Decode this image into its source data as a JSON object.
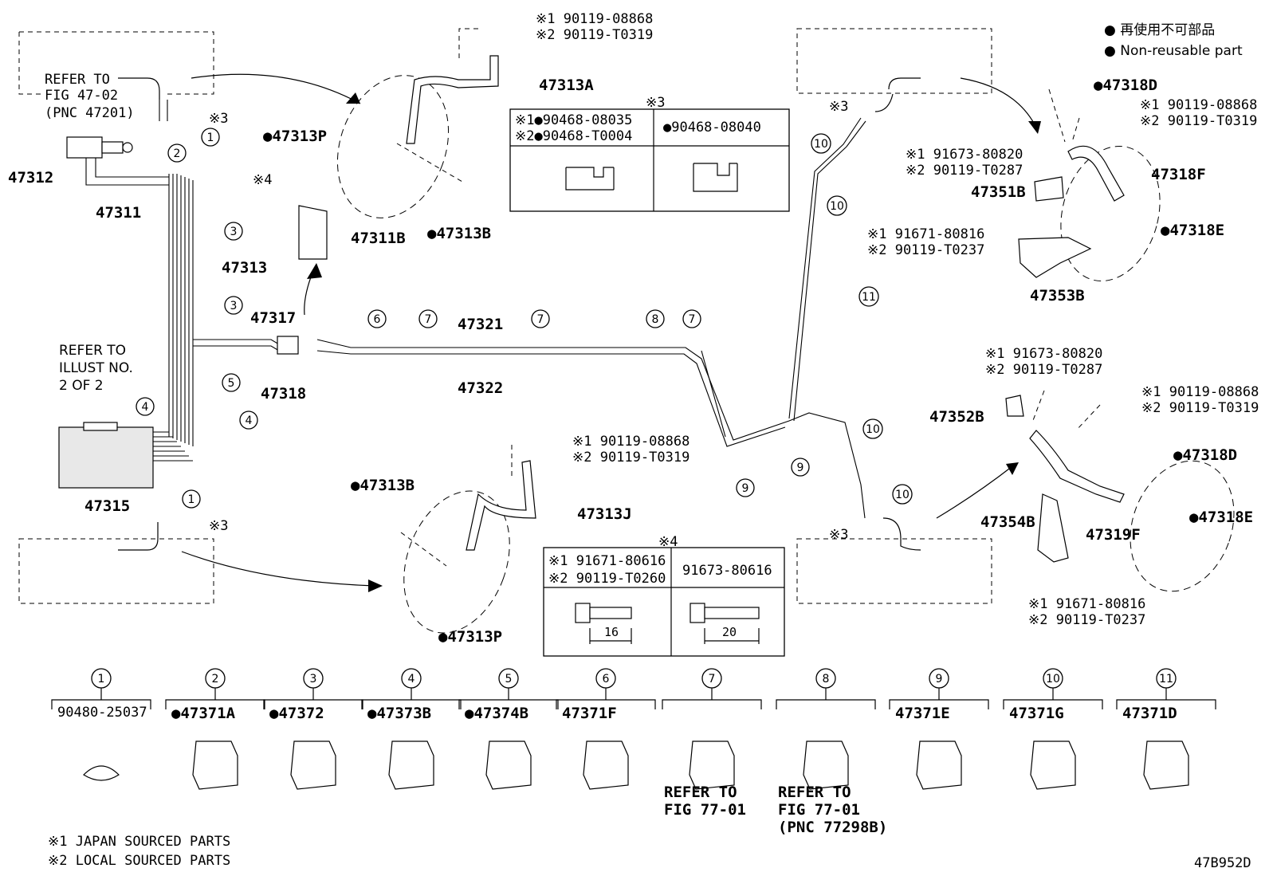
{
  "legend": {
    "reuse_jp": "● 再使用不可部品",
    "reuse_en": "● Non-reusable part"
  },
  "refer_top": {
    "line1": "REFER TO",
    "line2": "FIG 47-02",
    "line3": "(PNC 47201)"
  },
  "refer_illust": {
    "line1": "REFER TO",
    "line2": "ILLUST NO.",
    "line3": "2 OF 2"
  },
  "parts": {
    "p47312": "47312",
    "p47311": "47311",
    "p47313": "47313",
    "p47311B": "47311B",
    "p47317": "47317",
    "p47318": "47318",
    "p47321": "47321",
    "p47322": "47322",
    "p47315": "47315",
    "p47313A": "47313A",
    "p47313P_top": "●47313P",
    "p47313B_top": "●47313B",
    "p47313B_bot": "●47313B",
    "p47313J": "47313J",
    "p47313P_bot": "●47313P",
    "p47318D_top": "●47318D",
    "p47318F": "47318F",
    "p47351B": "47351B",
    "p47318E_top": "●47318E",
    "p47353B": "47353B",
    "p47352B": "47352B",
    "p47318D_bot": "●47318D",
    "p47354B": "47354B",
    "p47319F": "47319F",
    "p47318E_bot": "●47318E"
  },
  "bolts": {
    "b1a": "※1 90119-08868",
    "b1b": "※2 90119-T0319",
    "b2a": "※1 90119-08868",
    "b2b": "※2 90119-T0319",
    "b3a": "※1 90119-08868",
    "b3b": "※2 90119-T0319",
    "b4a": "※1 91673-80820",
    "b4b": "※2 90119-T0287",
    "b5a": "※1 91671-80816",
    "b5b": "※2 90119-T0237",
    "b6a": "※1 91673-80820",
    "b6b": "※2 90119-T0287",
    "b7a": "※1 90119-08868",
    "b7b": "※2 90119-T0319",
    "b8a": "※1 91671-80816",
    "b8b": "※2 90119-T0237"
  },
  "marks": {
    "m3": "※3",
    "m4": "※4"
  },
  "table3": {
    "title": "※3",
    "c1a": "※1●90468-08035",
    "c1b": "※2●90468-T0004",
    "c2": "●90468-08040"
  },
  "table4": {
    "title": "※4",
    "c1a": "※1 91671-80616",
    "c1b": "※2 90119-T0260",
    "c2": "91673-80616",
    "dim1": "16",
    "dim2": "20"
  },
  "circle_nums": [
    "1",
    "2",
    "3",
    "4",
    "5",
    "6",
    "7",
    "8",
    "9",
    "10",
    "11"
  ],
  "clips": [
    {
      "num": "1",
      "part": "90480-25037"
    },
    {
      "num": "2",
      "part": "●47371A"
    },
    {
      "num": "3",
      "part": "●47372"
    },
    {
      "num": "4",
      "part": "●47373B"
    },
    {
      "num": "5",
      "part": "●47374B"
    },
    {
      "num": "6",
      "part": "47371F"
    },
    {
      "num": "7",
      "part": "REFER TO",
      "note2": "FIG 77-01"
    },
    {
      "num": "8",
      "part": "REFER TO",
      "note2": "FIG 77-01",
      "note3": "(PNC 77298B)"
    },
    {
      "num": "9",
      "part": "47371E"
    },
    {
      "num": "10",
      "part": "47371G"
    },
    {
      "num": "11",
      "part": "47371D"
    }
  ],
  "footnotes": {
    "f1": "※1 JAPAN SOURCED PARTS",
    "f2": "※2 LOCAL SOURCED PARTS"
  },
  "fig_code": "47B952D"
}
